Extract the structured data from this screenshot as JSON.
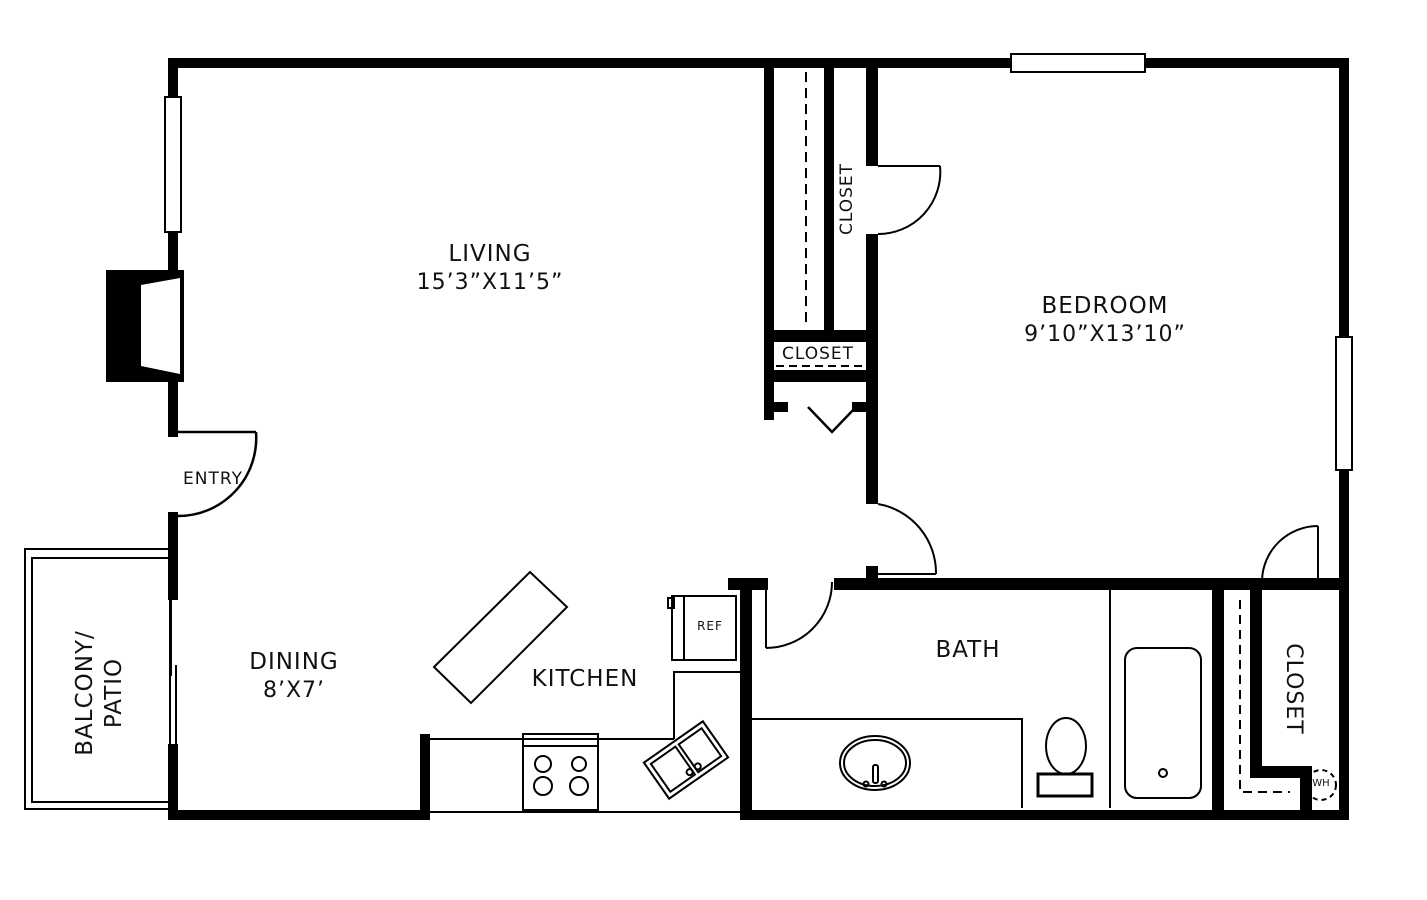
{
  "floorplan": {
    "colors": {
      "wall": "#000000",
      "line": "#111111",
      "background": "#ffffff"
    },
    "rooms": {
      "living": {
        "name": "LIVING",
        "dimensions": "15’3”X11’5”"
      },
      "bedroom": {
        "name": "BEDROOM",
        "dimensions": "9’10”X13’10”"
      },
      "dining": {
        "name": "DINING",
        "dimensions": "8’X7’"
      },
      "kitchen": {
        "name": "KITCHEN"
      },
      "bath": {
        "name": "BATH"
      },
      "balcony": {
        "line1": "BALCONY/",
        "line2": "PATIO"
      },
      "entry": {
        "name": "ENTRY"
      },
      "closet_bedroom": {
        "name": "CLOSET"
      },
      "closet_hall": {
        "name": "CLOSET"
      },
      "closet_bath": {
        "name": "CLOSET"
      }
    },
    "fixtures": {
      "refrigerator": "REF",
      "water_heater": "WH"
    }
  }
}
